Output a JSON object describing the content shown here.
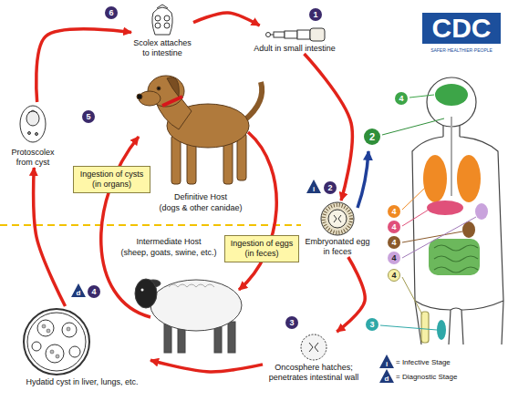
{
  "diagram": {
    "nodes": [
      {
        "text": [
          "Scolex attaches to intestine"
        ]
      },
      {
        "text": [
          "Adult in small intestine"
        ]
      },
      {
        "text": [
          "Protoscolex from cyst"
        ]
      },
      {
        "text": [
          "Ingestion of cysts (in organs)"
        ]
      },
      {
        "text": [
          "Embryonated egg in feces"
        ]
      },
      {
        "text": [
          "Ingestion of eggs (in feces)"
        ]
      },
      {
        "text": [
          "Hydatid cyst in liver, lungs, etc."
        ]
      },
      {
        "text": [
          "Oncosphere hatches; penetrates intestinal wall"
        ]
      }
    ],
    "edges": [
      {
        "from": 0,
        "to": 1,
        "arrow": "to"
      },
      {
        "from": 1,
        "to": 4,
        "arrow": "to"
      },
      {
        "from": 4,
        "to": 7,
        "arrow": "to"
      },
      {
        "from": 7,
        "to": 6,
        "arrow": "to"
      },
      {
        "from": 6,
        "to": 2,
        "arrow": "to"
      },
      {
        "from": 2,
        "to": 0,
        "arrow": "to"
      }
    ],
    "labels": [
      "6",
      "1",
      "5",
      "2",
      "i",
      "Definitive Host",
      "(dogs & other canidae)",
      "Intermediate Host",
      "(sheep, goats, swine, etc.)",
      "3",
      "d",
      "4",
      "CDC",
      "SAFER·HEALTHIER·PEOPLE",
      "4",
      "2",
      "4",
      "4",
      "4",
      "4",
      "4",
      "3",
      "i",
      "d"
    ],
    "legend": [
      {
        "text": "= Infective Stage"
      },
      {
        "text": "= Diagnostic Stage"
      }
    ]
  }
}
